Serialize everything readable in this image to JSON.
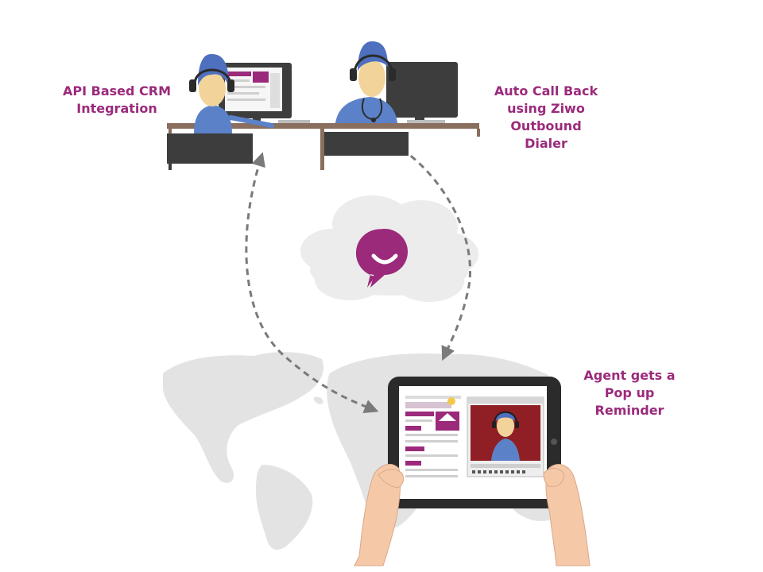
{
  "labels": {
    "crm": [
      "API Based CRM",
      "Integration"
    ],
    "callback": [
      "Auto Call Back",
      "using Ziwo",
      "Outbound",
      "Dialer"
    ],
    "popup": [
      "Agent gets a",
      "Pop up",
      "Reminder"
    ]
  },
  "colors": {
    "brand": "#9b2a7b",
    "label_text": "#9b2a7b",
    "agent_hair": "#4f6fbf",
    "agent_shirt": "#5b82c9",
    "skin": "#f2d49a",
    "hand_skin": "#f5c9a8",
    "monitor": "#3d3d3d",
    "desk_top": "#8a6e5e",
    "map": "#e3e3e3",
    "cloud": "#ececec",
    "arrow": "#7a7a7a",
    "tablet_body": "#2b2b2b",
    "popup_background": "#8f1f24"
  },
  "icons": {
    "brand_logo": "ziwo-smile-bubble-icon"
  }
}
